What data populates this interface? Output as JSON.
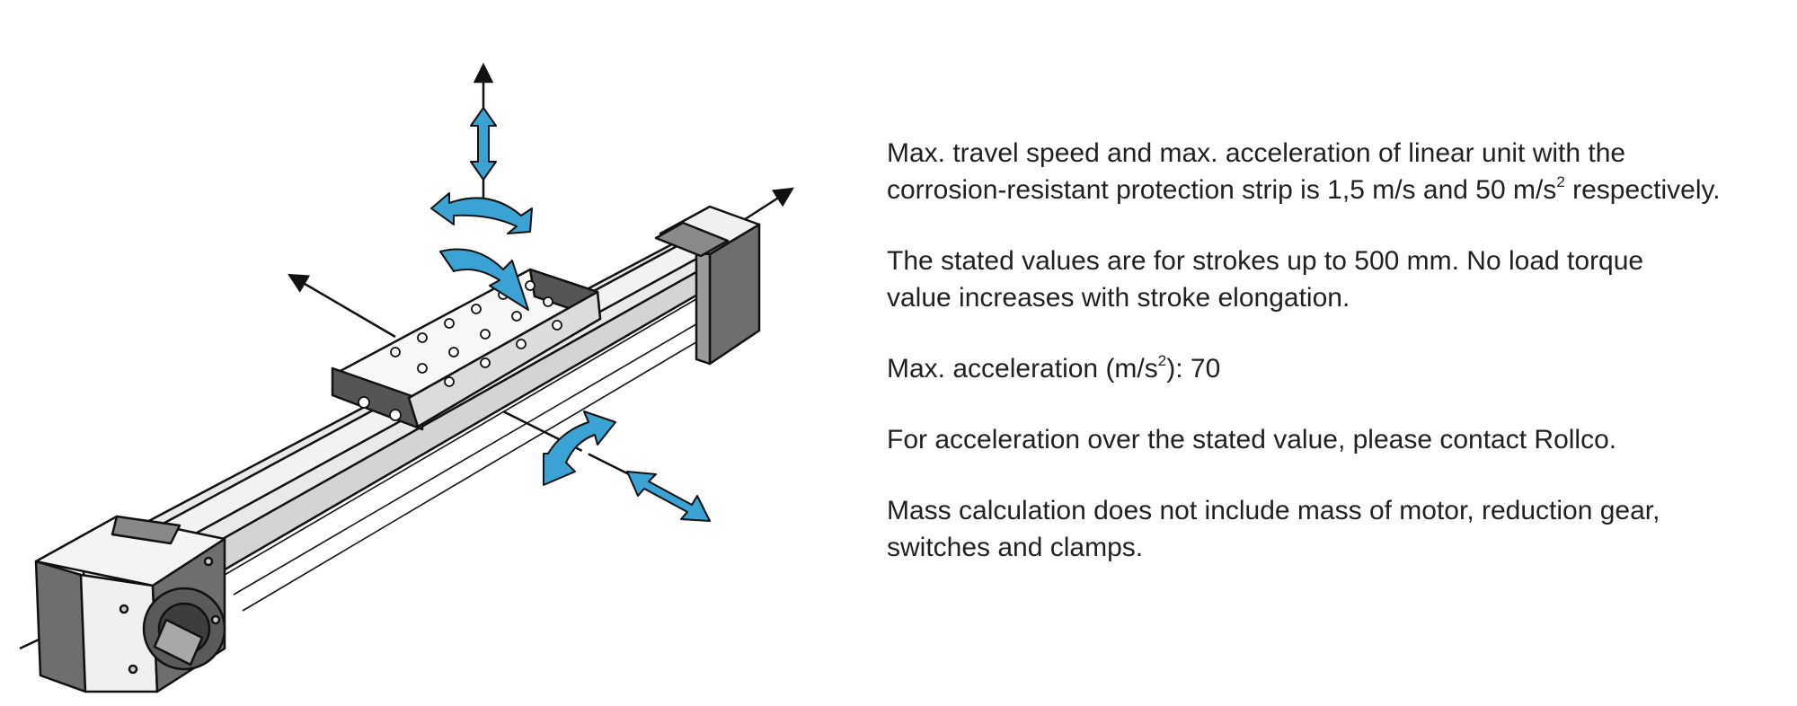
{
  "notes": {
    "p1": {
      "l1": "Max. travel speed and max. acceleration of linear unit with the",
      "l2a": "corrosion-resistant protection strip is 1,5 m/s and 50 m/s",
      "l2sup": "2",
      "l2b": " respectively."
    },
    "p2": {
      "l1": "The stated values are for strokes up to 500 mm. No load torque",
      "l2": "value increases with stroke elongation."
    },
    "p3": {
      "a": "Max. acceleration (m/s",
      "sup": "2",
      "b": "): 70"
    },
    "p4": {
      "l1": "For acceleration over the stated value, please contact Rollco."
    },
    "p5": {
      "l1": "Mass calculation does not include mass of motor, reduction gear,",
      "l2": "switches and clamps."
    }
  },
  "colors": {
    "arrow_blue": "#3aa3d4",
    "housing_dark": "#6e6e6e",
    "body_light": "#e9e9e9",
    "outline": "#111111",
    "text": "#231f20"
  }
}
